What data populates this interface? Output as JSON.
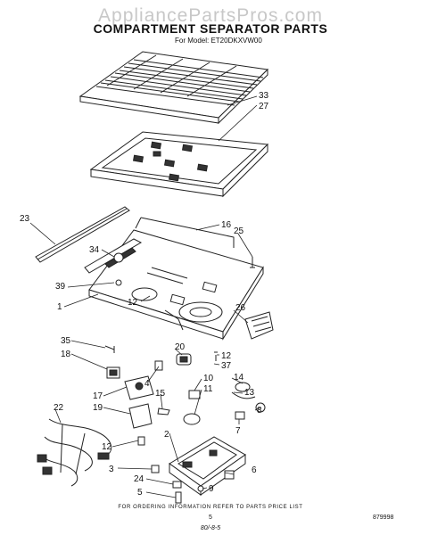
{
  "watermark": "AppliancePartsPros.com",
  "title": "COMPARTMENT SEPARATOR PARTS",
  "subtitle": "For Model: ET20DKXVW00",
  "callouts": {
    "c33": "33",
    "c27": "27",
    "c23": "23",
    "c16": "16",
    "c25": "25",
    "c34": "34",
    "c39": "39",
    "c1": "1",
    "c12a": "12",
    "c26": "26",
    "c35": "35",
    "c18": "18",
    "c20": "20",
    "c12b": "12",
    "c37": "37",
    "c4": "4",
    "c14": "14",
    "c10": "10",
    "c11": "11",
    "c13": "13",
    "c15": "15",
    "c8": "8",
    "c17": "17",
    "c19": "19",
    "c7": "7",
    "c22": "22",
    "c2": "2",
    "c12c": "12",
    "c3": "3",
    "c6": "6",
    "c24": "24",
    "c9": "9",
    "c5": "5"
  },
  "footer": "FOR ORDERING INFORMATION REFER TO PARTS PRICE LIST",
  "page_number": "5",
  "doc_number": "879998",
  "handwritten_note": "80/-8-5"
}
